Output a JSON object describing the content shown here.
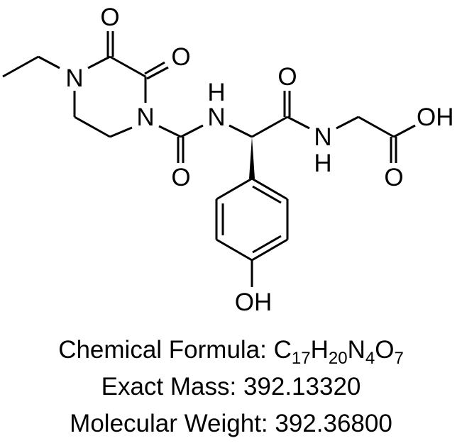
{
  "structure": {
    "atom_labels": {
      "n4": "N",
      "o_c3": "O",
      "o_c2": "O",
      "n1": "N",
      "o_urea": "O",
      "nh_urea_n": "N",
      "nh_urea_h": "H",
      "o_amide": "O",
      "nh_amide_n": "N",
      "nh_amide_h": "H",
      "oh_acid": "OH",
      "o_acid": "O",
      "oh_phenol": "OH"
    },
    "stereo": "wedge",
    "colors": {
      "ink": "#000000",
      "background": "#ffffff"
    }
  },
  "info": {
    "formula_label": "Chemical Formula: ",
    "formula": [
      {
        "el": "C",
        "n": "17"
      },
      {
        "el": "H",
        "n": "20"
      },
      {
        "el": "N",
        "n": "4"
      },
      {
        "el": "O",
        "n": "7"
      }
    ],
    "exact_mass_label": "Exact Mass: ",
    "exact_mass": "392.13320",
    "mw_label": "Molecular Weight: ",
    "mw": "392.36800"
  }
}
